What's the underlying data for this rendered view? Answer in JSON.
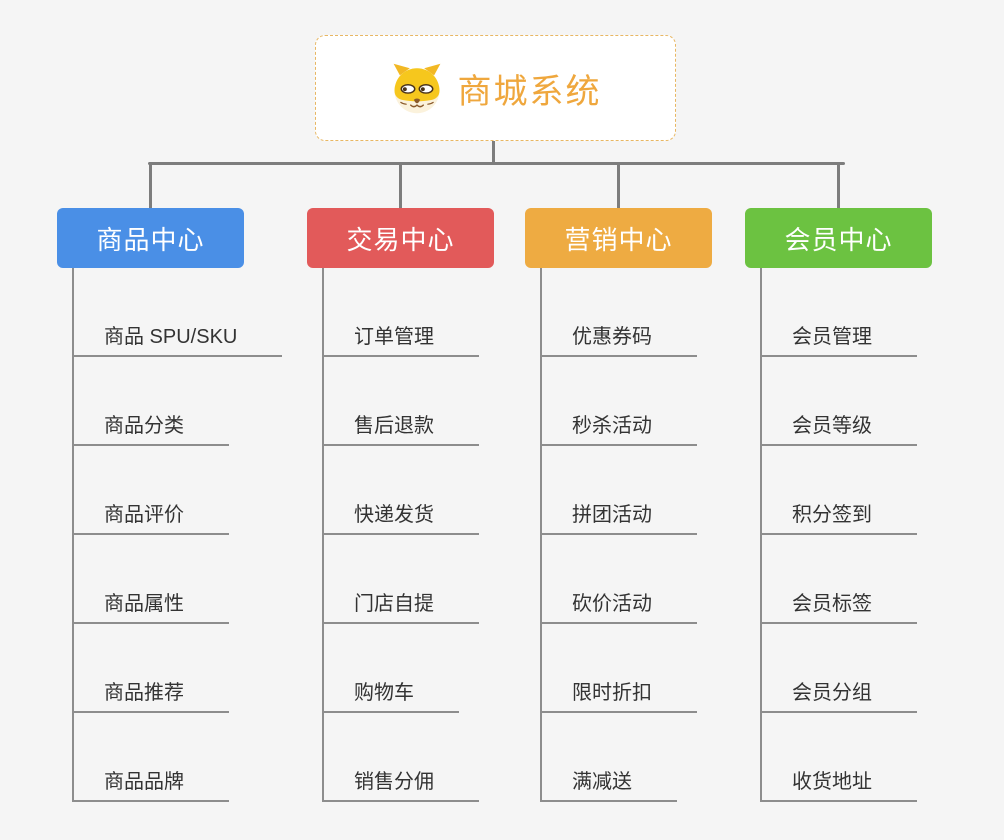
{
  "page": {
    "background": "#f5f5f5",
    "connector_color": "#7d7d7d"
  },
  "root": {
    "title": "商城系统",
    "icon": "dog-face-icon",
    "title_color": "#efa73d",
    "border_color": "#e8b763"
  },
  "branches": [
    {
      "label": "商品中心",
      "color": "#4a8fe6",
      "children": [
        "商品 SPU/SKU",
        "商品分类",
        "商品评价",
        "商品属性",
        "商品推荐",
        "商品品牌"
      ]
    },
    {
      "label": "交易中心",
      "color": "#e25a5a",
      "children": [
        "订单管理",
        "售后退款",
        "快递发货",
        "门店自提",
        "购物车",
        "销售分佣"
      ]
    },
    {
      "label": "营销中心",
      "color": "#eeab42",
      "children": [
        "优惠券码",
        "秒杀活动",
        "拼团活动",
        "砍价活动",
        "限时折扣",
        "满减送"
      ]
    },
    {
      "label": "会员中心",
      "color": "#6cc241",
      "children": [
        "会员管理",
        "会员等级",
        "积分签到",
        "会员标签",
        "会员分组",
        "收货地址"
      ]
    }
  ]
}
